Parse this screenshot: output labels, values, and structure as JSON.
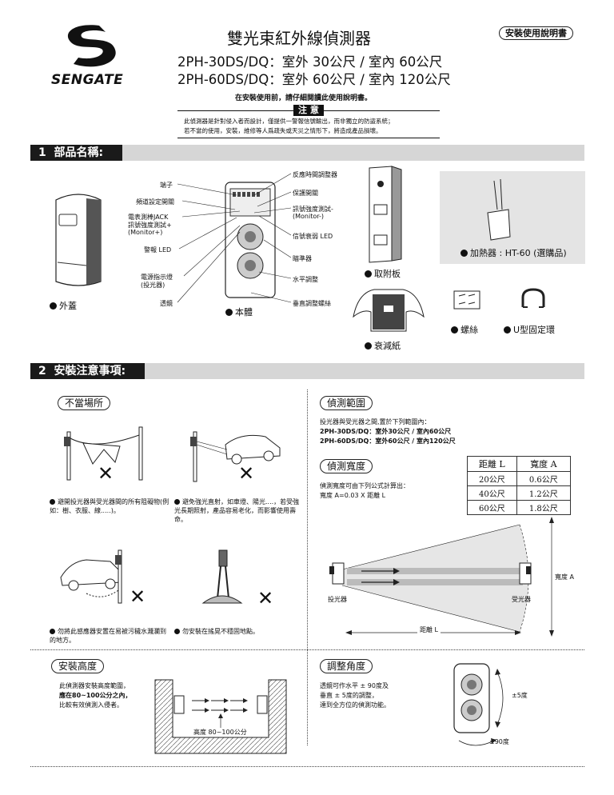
{
  "header": {
    "brand": "SENGATE",
    "title": "雙光束紅外線偵測器",
    "model_line_1": "2PH-30DS/DQ：室外 30公尺 / 室內 60公尺",
    "model_line_2": "2PH-60DS/DQ：室外 60公尺 / 室內 120公尺",
    "doc_badge": "安裝使用說明書",
    "read_first": "在安裝使用前，請仔細閱讀此使用說明書。"
  },
  "notice": {
    "title": "注 意",
    "line_1": "此偵測器是針對侵入者而設計，僅提供一警報信號輸出，而非獨立的防盜系統；",
    "line_2": "若不當的使用，安裝，維修等人爲疏失或天災之情形下，將造成產品損壞。"
  },
  "section1": {
    "number": "1",
    "title": "部品名稱:",
    "left_labels": [
      "端子",
      "頻道設定開關",
      "電表測棒JACK",
      "訊號強度測試+",
      "(Monitor+)",
      "警報 LED",
      "電源指示燈",
      "(投光器)",
      "透鏡"
    ],
    "right_labels": [
      "反應時間調整器",
      "保護開關",
      "訊號強度測試-",
      "(Monitor-)",
      "信號衰弱 LED",
      "瞄準器",
      "水平調整",
      "垂直調整螺絲"
    ],
    "parts": {
      "cover": "外蓋",
      "body": "本體",
      "plate": "取附板",
      "attenuator": "衰減紙",
      "heater": "加熱器 : HT-60 (選購品)",
      "screws": "螺絲",
      "u_ring": "U型固定環"
    }
  },
  "section2": {
    "number": "2",
    "title": "安裝注意事項:",
    "improper": {
      "heading": "不當場所",
      "note_1": "避開投光器與受光器間的所有阻礙物(例如：樹、衣服、線.....)。",
      "note_2": "避免強光直射，如車燈、陽光....，若受強光長期照射，產品容易老化，而影響使用壽命。",
      "note_3": "勿將此感應器安置在易被污穢水濺瀾到的地方。",
      "note_4": "勿安裝在搖晃不穩固地點。"
    },
    "range": {
      "heading": "偵測範圍",
      "intro": "投光器與受光器之間,置於下列範圍內：",
      "line_1": "2PH-30DS/DQ：室外30公尺 / 室內60公尺",
      "line_2": "2PH-60DS/DQ：室外60公尺 / 室內120公尺"
    },
    "width": {
      "heading": "偵測寬度",
      "line_1": "偵測寬度可由下列公式計算出：",
      "line_2": "寬度 A=0.03 X 距離 L",
      "table_headers": [
        "距離 L",
        "寬度 A"
      ],
      "table_rows": [
        [
          "20公尺",
          "0.6公尺"
        ],
        [
          "40公尺",
          "1.2公尺"
        ],
        [
          "60公尺",
          "1.8公尺"
        ]
      ],
      "projector": "投光器",
      "receiver": "受光器",
      "width_label": "寬度 A",
      "distance_label": "距離 L"
    },
    "height": {
      "heading": "安裝高度",
      "text_1": "此偵測器安裝高度範圍，",
      "text_2": "應在80~100公分之內，",
      "text_3": "比較有效偵測入侵者。",
      "height_label": "高度 80~100公分"
    },
    "angle": {
      "heading": "調整角度",
      "text_1": "透鏡可作水平 ± 90度及",
      "text_2": "垂直 ± 5度的調整，",
      "text_3": "達到全方位的偵測功能。",
      "vertical": "±5度",
      "horizontal": "±90度"
    }
  }
}
